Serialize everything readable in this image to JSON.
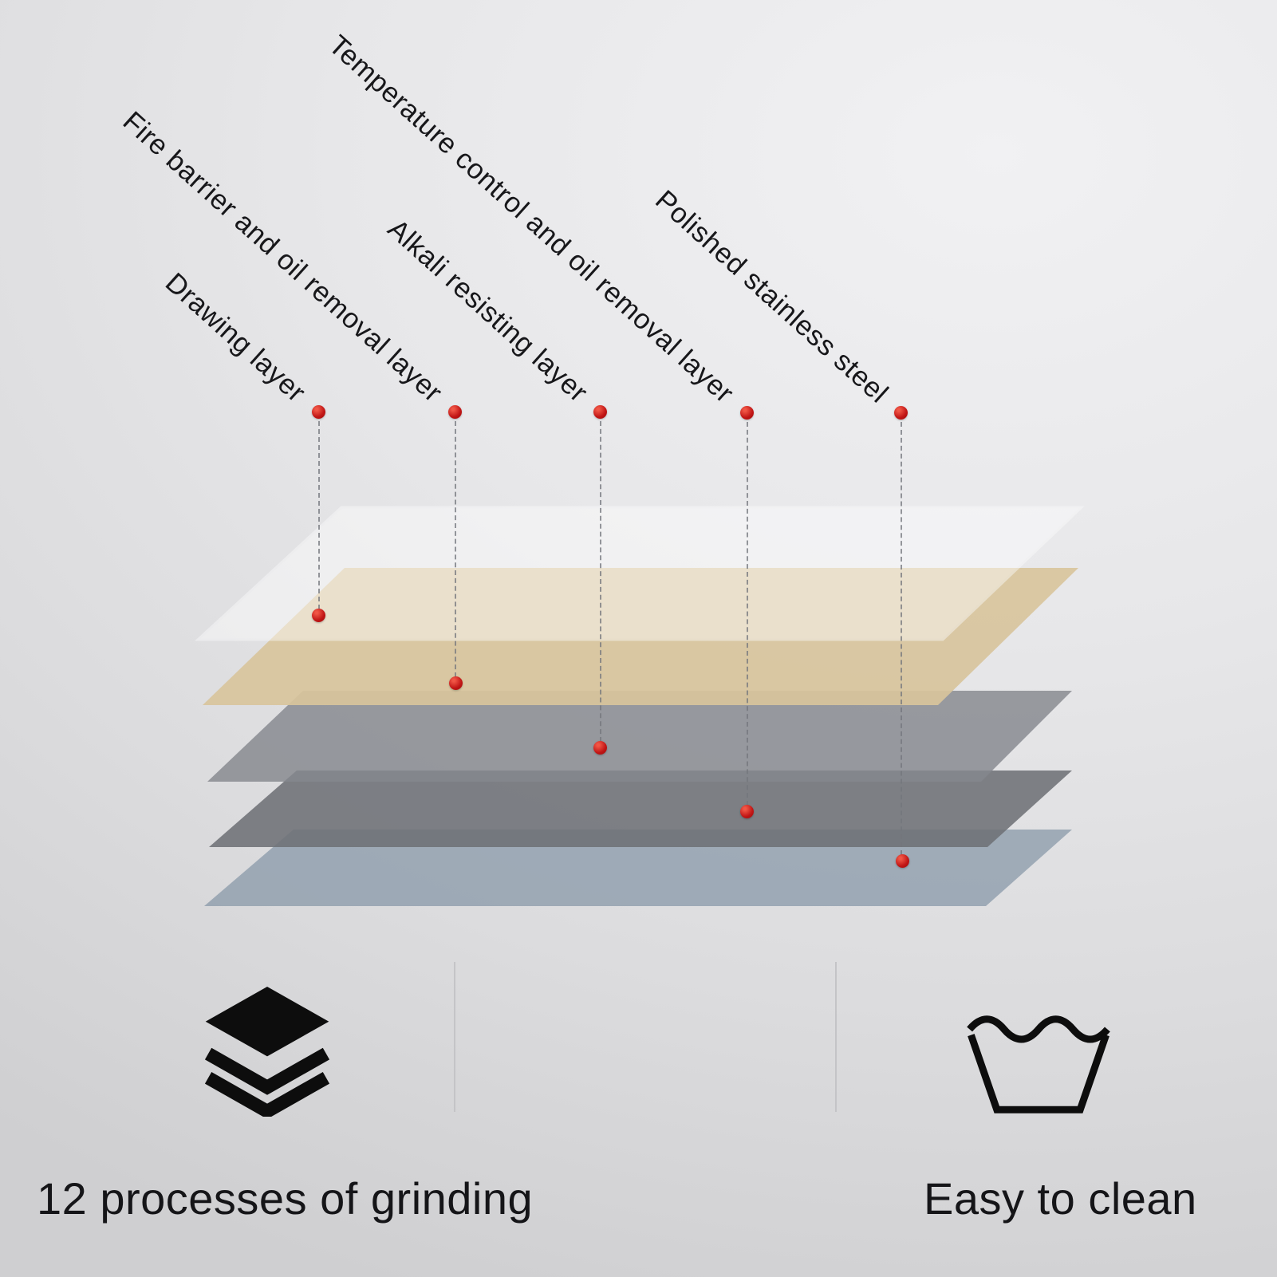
{
  "scene": {
    "title": "Cookware layer structure infographic"
  },
  "callouts": [
    {
      "label": "Drawing layer"
    },
    {
      "label": "Fire barrier and oil removal layer"
    },
    {
      "label": "Alkali resisting layer"
    },
    {
      "label": "Temperature control and oil removal layer"
    },
    {
      "label": "Polished stainless steel"
    }
  ],
  "features": [
    {
      "icon": "layers-icon",
      "label": "12 processes of grinding"
    },
    {
      "icon": "wash-basin-icon",
      "label": "Easy to clean"
    }
  ],
  "colors": {
    "accent_dot": "#c01515",
    "layer_white": "#ffffff",
    "layer_tan": "#d8c49c",
    "layer_gray": "#85888d",
    "layer_dark": "#6e7176",
    "layer_blue": "#8595a6",
    "background": "#e4e4e6",
    "text": "#17171a"
  }
}
